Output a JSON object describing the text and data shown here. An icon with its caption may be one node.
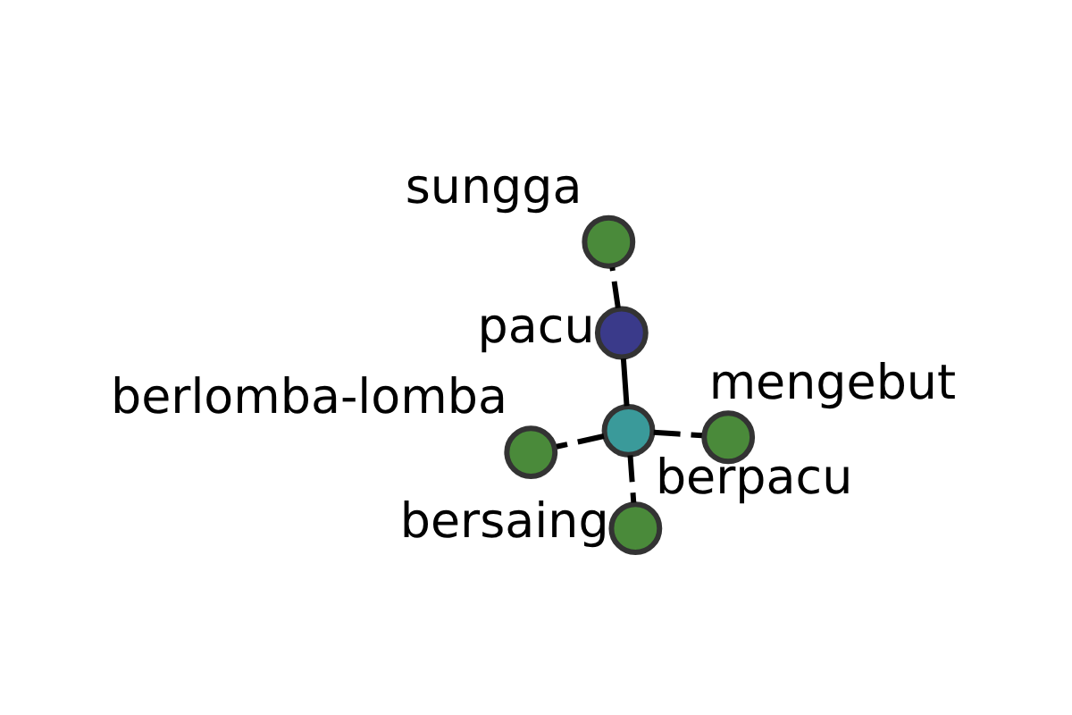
{
  "diagram": {
    "nodes": [
      {
        "text": [
          "berlomba-lomba"
        ]
      },
      {
        "text": [
          "mengebut"
        ]
      },
      {
        "text": [
          "bersaing"
        ]
      },
      {
        "text": [
          "berpacu"
        ]
      },
      {
        "text": [
          "pacu"
        ]
      },
      {
        "text": [
          "sungga"
        ]
      }
    ],
    "edges": [
      {
        "from": 3,
        "to": 0,
        "arrow": "none",
        "style": "dashed"
      },
      {
        "from": 3,
        "to": 1,
        "arrow": "none",
        "style": "dashed"
      },
      {
        "from": 3,
        "to": 2,
        "arrow": "none",
        "style": "dashed"
      },
      {
        "from": 3,
        "to": 4,
        "arrow": "none"
      },
      {
        "from": 4,
        "to": 5,
        "arrow": "none",
        "style": "dashed"
      }
    ]
  }
}
